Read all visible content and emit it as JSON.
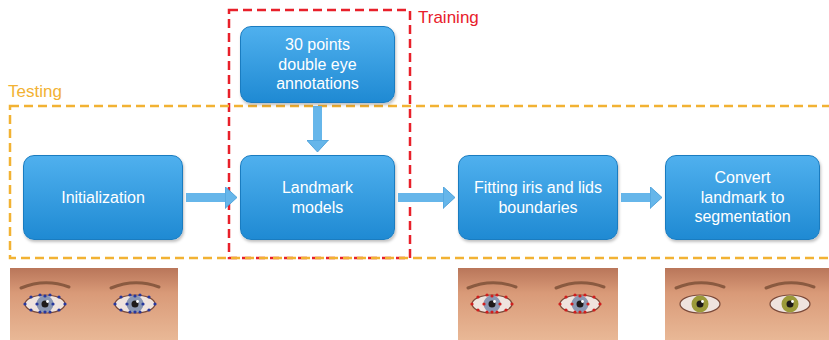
{
  "diagram": {
    "nodes": [
      {
        "text": [
          "30 points double eye annotations"
        ]
      },
      {
        "text": [
          "Initialization"
        ]
      },
      {
        "text": [
          "Landmark models"
        ]
      },
      {
        "text": [
          "Fitting iris and lids boundaries"
        ]
      },
      {
        "text": [
          "Convert landmark to segmentation"
        ]
      }
    ],
    "edges": [
      {
        "from": 0,
        "to": 2,
        "arrow": "to"
      },
      {
        "from": 1,
        "to": 2,
        "arrow": "to"
      },
      {
        "from": 2,
        "to": 3,
        "arrow": "to"
      },
      {
        "from": 3,
        "to": 4,
        "arrow": "to"
      }
    ],
    "labels": [
      "Training",
      "Testing"
    ]
  }
}
